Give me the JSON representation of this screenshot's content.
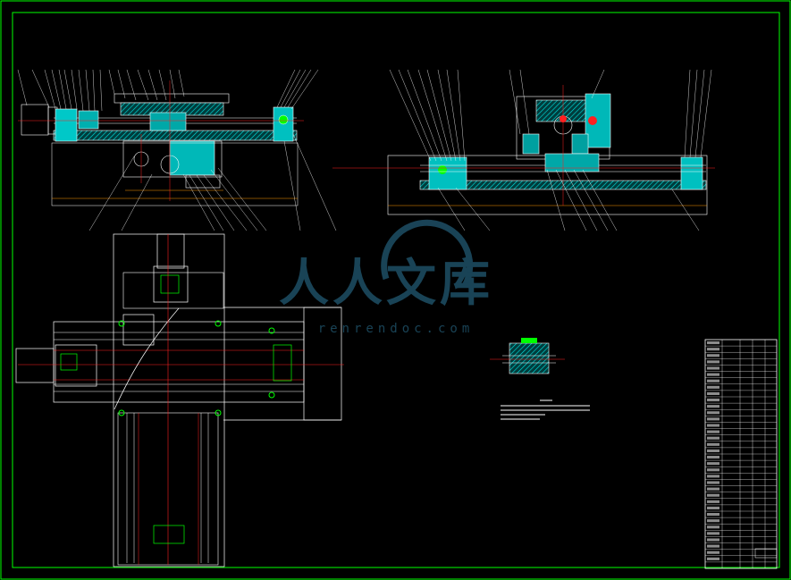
{
  "watermark": {
    "logo_text": "人人文库",
    "url": "renrendoc.com"
  },
  "colors": {
    "background": "#000000",
    "frame": "#00ff00",
    "outline": "#ffffff",
    "hatch": "#00e5e5",
    "centerline": "#ff2020",
    "dimension": "#ff9900",
    "leader": "#ffffff",
    "watermark": "#1e4f66"
  },
  "title_block": {
    "parts_list_rows": 36
  }
}
